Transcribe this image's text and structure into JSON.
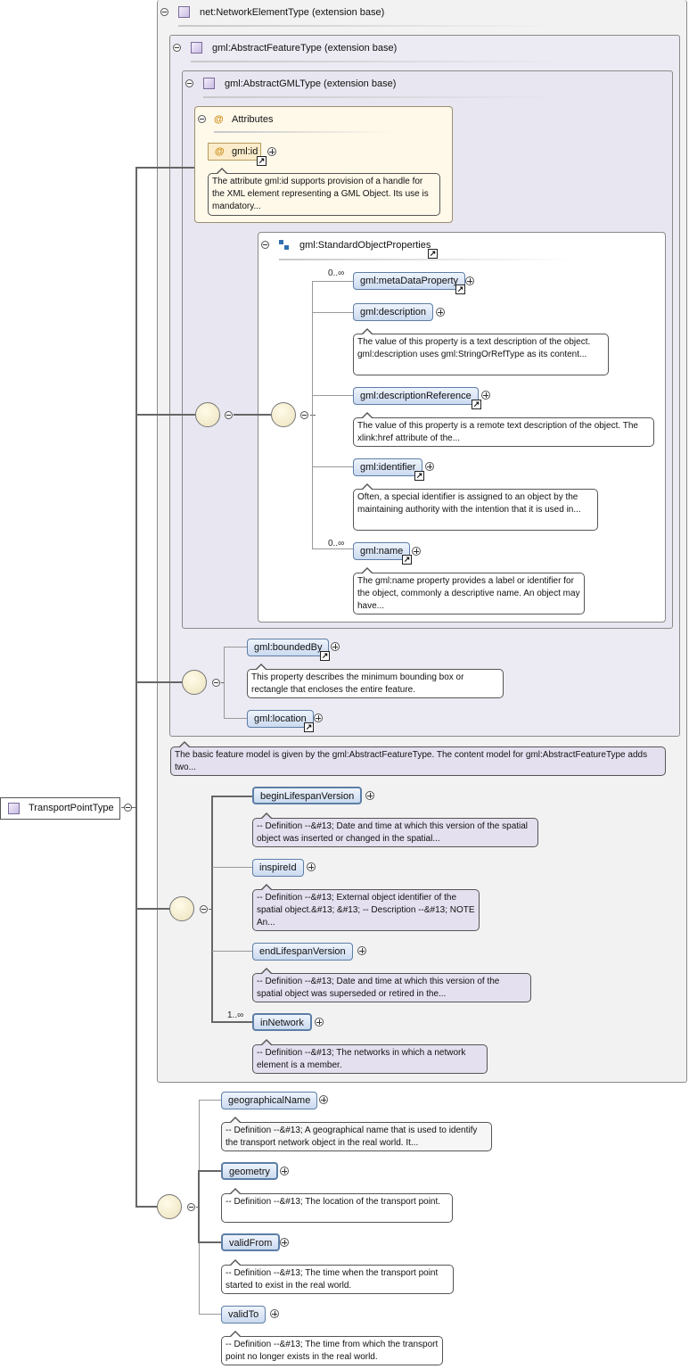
{
  "root": {
    "label": "TransportPointType"
  },
  "extension_boxes": [
    {
      "label": "net:NetworkElementType (extension base)"
    },
    {
      "label": "gml:AbstractFeatureType (extension base)"
    },
    {
      "label": "gml:AbstractGMLType (extension base)"
    }
  ],
  "attributes": {
    "label": "Attributes",
    "icon": "at-sign-icon",
    "id_label": "gml:id",
    "id_doc": "The attribute gml:id supports provision of a handle for the XML element representing a GML Object. Its use is mandatory..."
  },
  "standard_object_properties": {
    "label": "gml:StandardObjectProperties",
    "elements": [
      {
        "label": "gml:metaDataProperty",
        "cardinality": "0..∞",
        "doc": ""
      },
      {
        "label": "gml:description",
        "cardinality": "",
        "doc": "The value of this property is a text description of the object. gml:description uses gml:StringOrRefType as its content..."
      },
      {
        "label": "gml:descriptionReference",
        "cardinality": "",
        "doc": "The value of this property is a remote text description of the object. The xlink:href attribute of the..."
      },
      {
        "label": "gml:identifier",
        "cardinality": "",
        "doc": "Often, a special identifier is assigned to an object by the maintaining authority with the intention that it is used in..."
      },
      {
        "label": "gml:name",
        "cardinality": "0..∞",
        "doc": "The gml:name property provides a label or identifier for the object, commonly a descriptive name. An object may have..."
      }
    ]
  },
  "feature_elements": [
    {
      "label": "gml:boundedBy",
      "doc": "This property describes the minimum bounding box or rectangle that encloses the entire feature."
    },
    {
      "label": "gml:location",
      "doc": ""
    }
  ],
  "feature_doc": "The basic feature model is given by the gml:AbstractFeatureType. The content model for gml:AbstractFeatureType adds two...",
  "network_elements": [
    {
      "label": "beginLifespanVersion",
      "cardinality": "",
      "doc": "-- Definition --&#13; Date and time at which this version of the spatial object was inserted or changed in the spatial..."
    },
    {
      "label": "inspireId",
      "cardinality": "",
      "doc": "-- Definition --&#13; External object identifier of the spatial object.&#13; &#13; -- Description --&#13; NOTE An..."
    },
    {
      "label": "endLifespanVersion",
      "cardinality": "",
      "doc": "-- Definition --&#13; Date and time at which this version of the spatial object was superseded or retired in the..."
    },
    {
      "label": "inNetwork",
      "cardinality": "1..∞",
      "doc": "-- Definition --&#13; The networks in which a network element is a member."
    }
  ],
  "transport_elements": [
    {
      "label": "geographicalName",
      "doc": "-- Definition --&#13; A geographical name that is used to identify the transport network object in the real world. It..."
    },
    {
      "label": "geometry",
      "doc": "-- Definition --&#13; The location of the transport point."
    },
    {
      "label": "validFrom",
      "doc": "-- Definition --&#13; The time when the transport point started to exist in the real world."
    },
    {
      "label": "validTo",
      "doc": "-- Definition --&#13; The time from which the transport point no longer exists in the real world."
    }
  ],
  "colors": {
    "net_box_bg": "#f2f2f2",
    "feature_box_bg": "#eceaf2",
    "gml_box_bg": "#e8e6f0",
    "attributes_bg": "#fff9ea",
    "element_fill": "#cbdaf0",
    "doc_lilac": "#e4e0ef",
    "connector": "#666666"
  }
}
